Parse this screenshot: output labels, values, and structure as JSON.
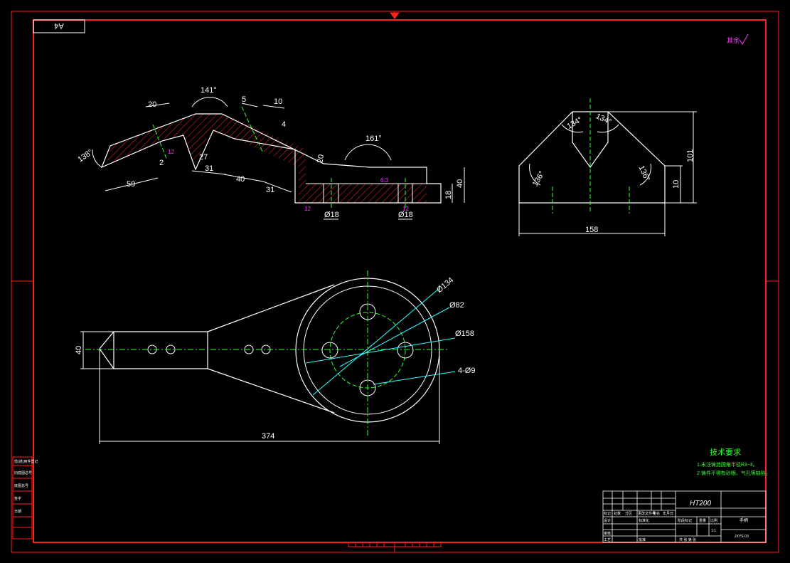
{
  "sheet": {
    "format_label": "A4",
    "corner_mark": "其余",
    "colors": {
      "frame": "#ff2020",
      "outline": "#ffffff",
      "dimension": "#ffffff",
      "center": "#33ff33",
      "hatch": "#ff2a2a",
      "magenta": "#ff33ff",
      "cyan": "#33ffff",
      "note": "#33ff33"
    }
  },
  "front_view": {
    "dims": {
      "angle_left": "138°",
      "angle_top": "141°",
      "angle_right": "161°",
      "w20_left": "20",
      "w2": "2",
      "w59": "59",
      "w27": "27",
      "w31a": "31",
      "w40": "40",
      "w31b": "31",
      "w5": "5",
      "w10": "10",
      "w4": "4",
      "w20_mid": "20",
      "h18": "18",
      "h40": "40",
      "d18a": "Ø18",
      "d18b": "Ø18",
      "rough_a": "12",
      "rough_b": "12",
      "rough_c": "6.3",
      "rough_d": "12"
    }
  },
  "side_view": {
    "dims": {
      "angle_tl": "134°",
      "angle_tr": "134°",
      "angle_l": "136°",
      "angle_r": "136°",
      "h101": "101",
      "h10": "10",
      "w158": "158"
    }
  },
  "top_view": {
    "dims": {
      "d134": "Ø134",
      "d82": "Ø82",
      "d158": "Ø158",
      "holes": "4-Ø9",
      "h40": "40",
      "w374": "374"
    }
  },
  "notes": {
    "title": "技术要求",
    "line1": "1.未注铸造圆角半径R3~4。",
    "line2": "2.铸件不得有砂眼、气孔等缺陷。"
  },
  "title_block": {
    "material": "HT200",
    "part_name": "手柄",
    "drawing_no": "JXYS-03",
    "scale": "1:1",
    "cells": {
      "c1": "标记",
      "c2": "处数",
      "c3": "分区",
      "c4": "更改文件号",
      "c5": "签名",
      "c6": "年月日",
      "c7": "设计",
      "c8": "标准化",
      "c9": "阶段标记",
      "c10": "重量",
      "c11": "比例",
      "c12": "审核",
      "c13": "工艺",
      "c14": "批准",
      "c15": "共 张 第 张"
    }
  },
  "side_stamp": {
    "s1": "借(通)用件登记",
    "s2": "旧底图总号",
    "s3": "底图总号",
    "s4": "签字",
    "s5": "日期"
  }
}
